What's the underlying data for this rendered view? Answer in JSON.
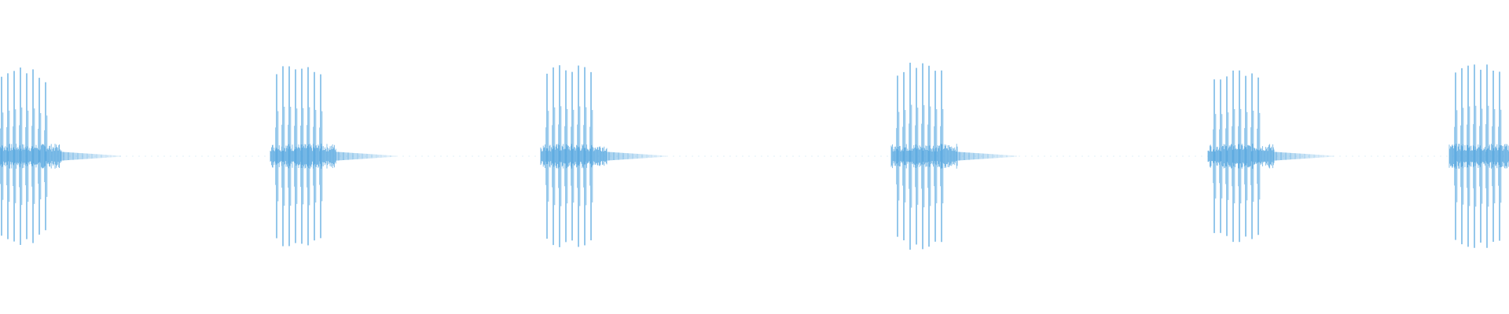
{
  "waveform": {
    "color": "#5aa9e0",
    "bursts": [
      {
        "pulses": 8,
        "peak": 0.94,
        "tail": 1.0
      },
      {
        "pulses": 8,
        "peak": 1.0,
        "tail": 1.0
      },
      {
        "pulses": 8,
        "peak": 0.98,
        "tail": 1.0
      },
      {
        "pulses": 8,
        "peak": 1.0,
        "tail": 1.0
      },
      {
        "pulses": 8,
        "peak": 0.93,
        "tail": 1.0
      },
      {
        "pulses": 8,
        "peak": 0.99,
        "tail": 0.0
      }
    ]
  }
}
